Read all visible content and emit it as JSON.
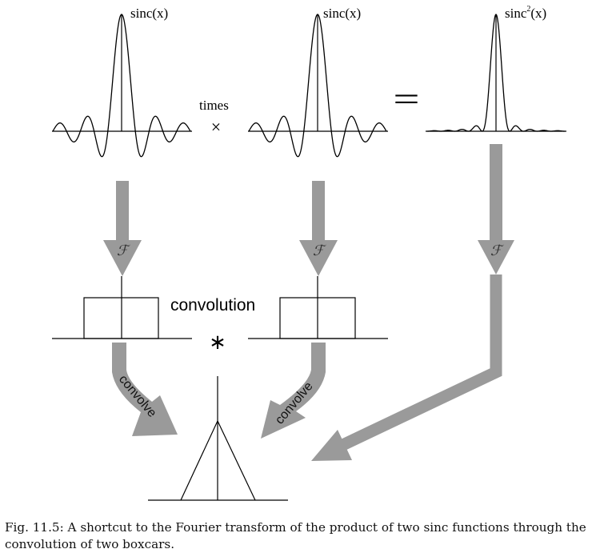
{
  "labels": {
    "sinc_left": "sinc(x)",
    "sinc_mid": "sinc(x)",
    "sinc2_base": "sinc",
    "sinc2_exp": "2",
    "sinc2_arg": "(x)",
    "times": "times",
    "times_symbol": "×",
    "equals_symbol": "=",
    "convolution": "convolution",
    "convolution_symbol": "∗",
    "fourier_symbol": "ℱ",
    "convolve": "convolve"
  },
  "caption": {
    "line1": "Fig. 11.5: A shortcut to the Fourier transform of the product of two sinc functions through the",
    "line2": "convolution of two boxcars."
  },
  "colors": {
    "arrow": "#9a9a9a",
    "stroke": "#000000"
  }
}
